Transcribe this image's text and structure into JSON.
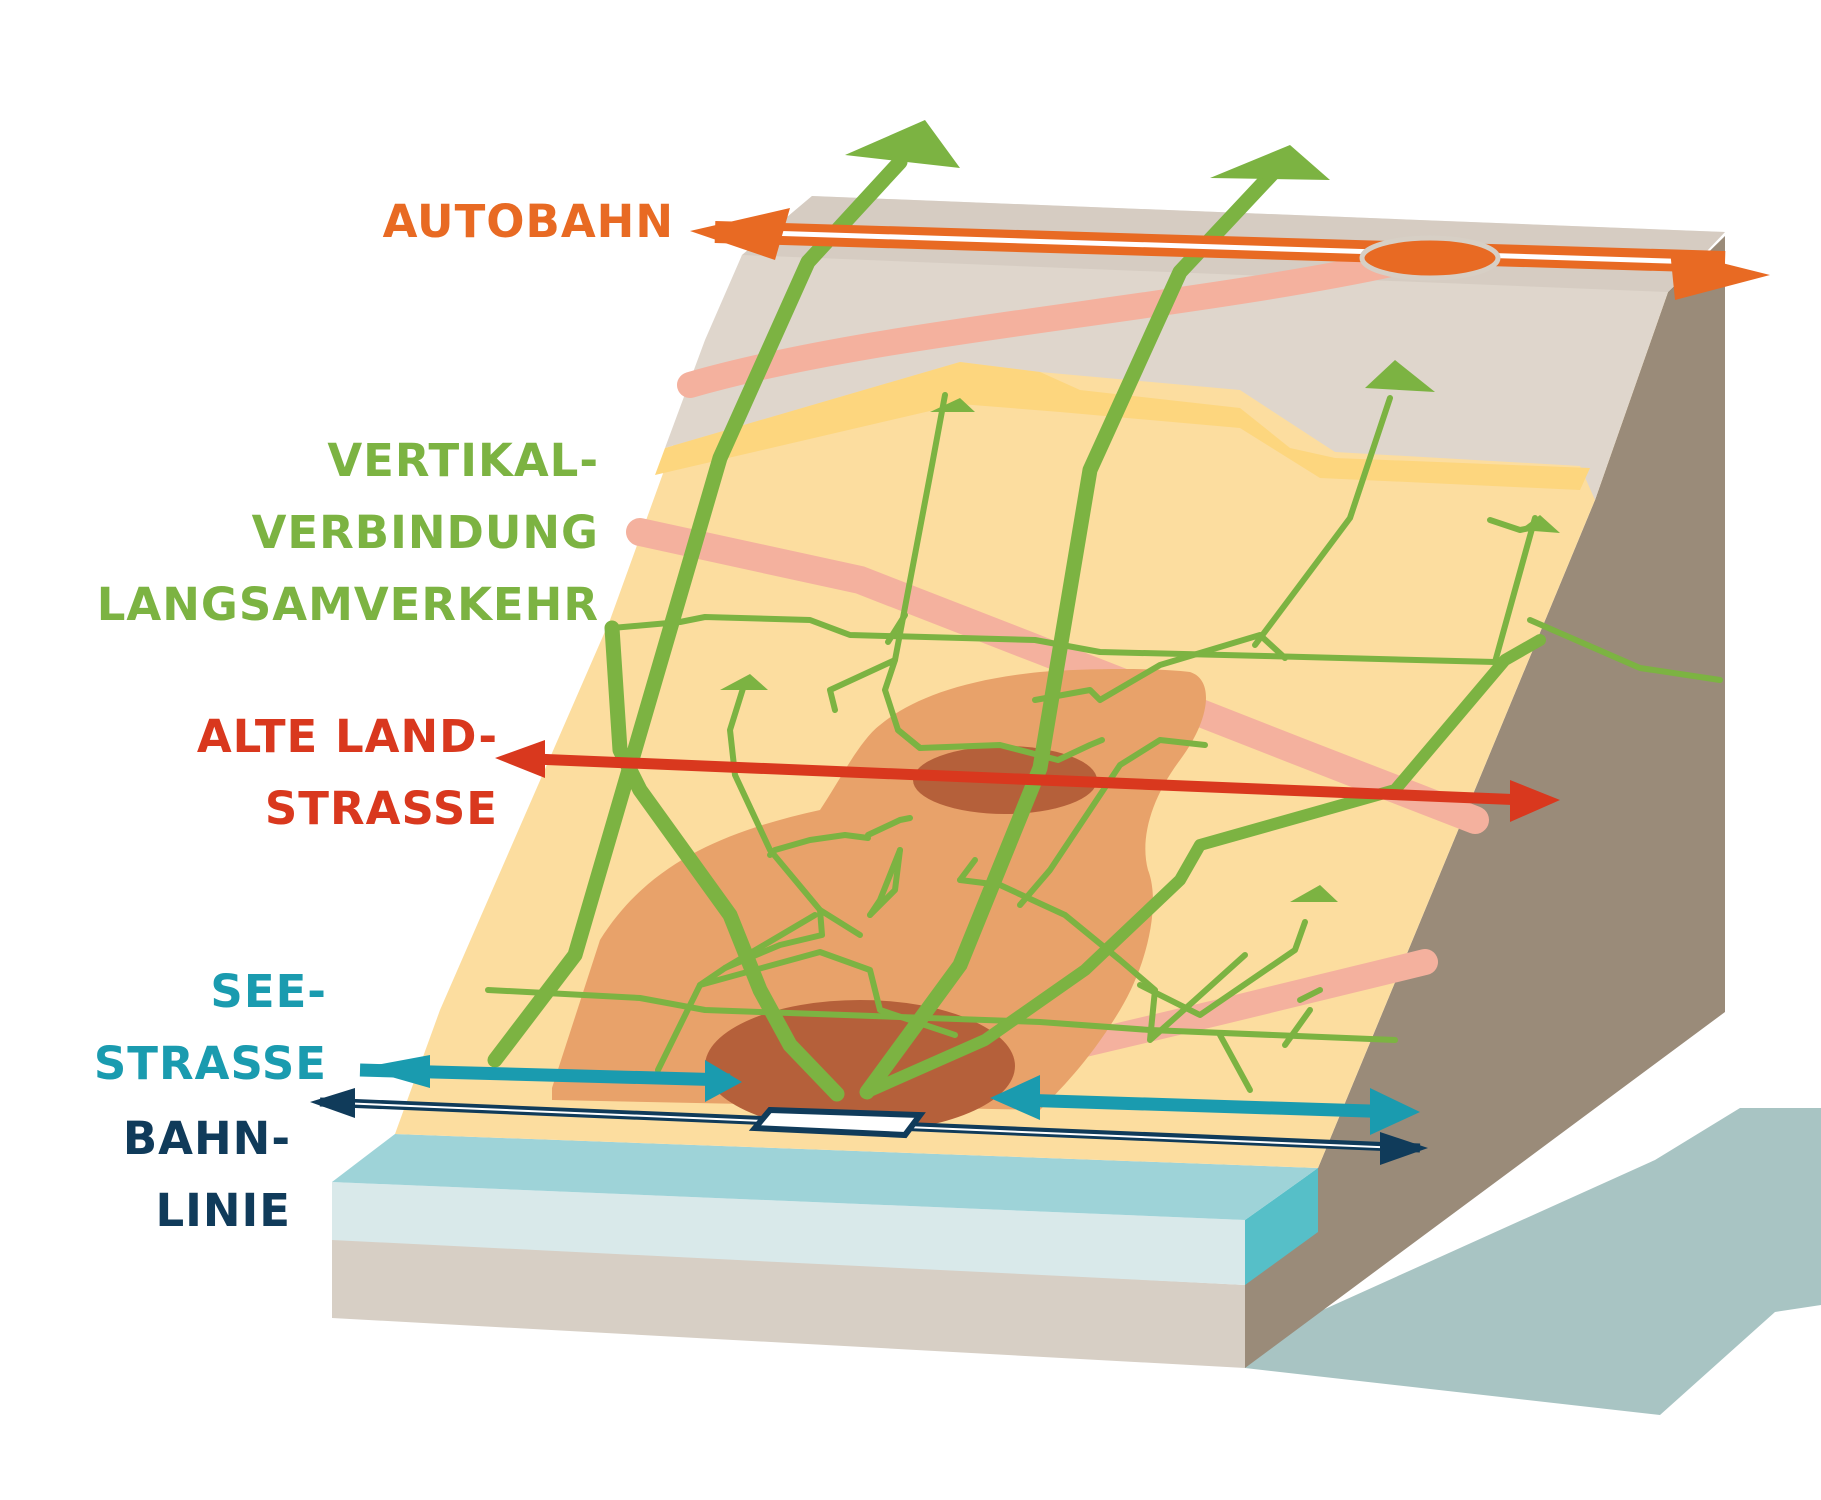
{
  "labels": {
    "autobahn": {
      "lines": [
        "AUTOBAHN"
      ],
      "color": "#E86A23"
    },
    "vertikal": {
      "lines": [
        "VERTIKAL-",
        "VERBINDUNG",
        "LANGSAMVERKEHR"
      ],
      "color": "#7CB342"
    },
    "alte_landstrasse": {
      "lines": [
        "ALTE LAND-",
        "STRASSE"
      ],
      "color": "#D9381E"
    },
    "seestrasse": {
      "lines": [
        "SEE-",
        "STRASSE"
      ],
      "color": "#1A9BAF"
    },
    "bahnlinie": {
      "lines": [
        "BAHN-",
        "LINIE"
      ],
      "color": "#103B5A"
    }
  },
  "colors": {
    "slope": "#FCDD9F",
    "upper_slope": "#DFD6CC",
    "ridge_band": "#FDD67E",
    "settlement": "#E8A26A",
    "center": "#B5603A",
    "pink_band": "#F4B19E",
    "green": "#7CB342",
    "side_face": "#9A8B79",
    "shadow": "#A8C4C3",
    "lake_top": "#9ED3D8",
    "lake_front": "#D9E9EA",
    "base_front": "#D7CFC5",
    "lake_edge": "#56BFC8"
  }
}
